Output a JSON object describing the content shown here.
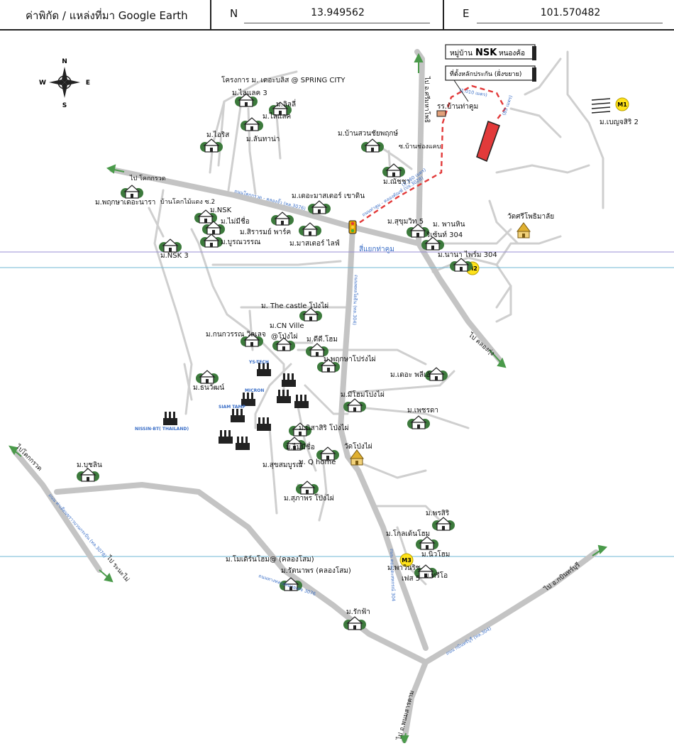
{
  "header": {
    "title": "ค่าพิกัด / แหล่งที่มา Google Earth",
    "n_label": "N",
    "n_value": "13.949562",
    "e_label": "E",
    "e_value": "101.570482"
  },
  "compass": {
    "n": "N",
    "s": "S",
    "e": "E",
    "w": "W"
  },
  "legend_box": {
    "title_prefix": "หมู่บ้าน",
    "title_main": "NSK",
    "title_suffix": "หนองค้อ",
    "subtitle": "ที่ตั้งหลักประกัน (ฝั่งขยาย)"
  },
  "markers": [
    "M1",
    "M2",
    "M3"
  ],
  "places": {
    "spring_city": "โครงการ ม. เดอะบลิส @ SPRING CITY",
    "lilac3": "ม.ไลแลค 3",
    "lily": "ม.ลิลลี่",
    "lilac": "ม.ไลแลค",
    "orchid": "ม.ไอริส",
    "lanthana": "ม.ลันทาน่า",
    "ban_suan": "ม.บ้านสวนชัยพฤกษ์",
    "chong_khaep": "ซ.บ้านช่องแคบ",
    "nitcha": "ม.ณัชชา",
    "rr_ban_tha_khum": "รร.บ้านท่าคูม",
    "benjasiri": "ม.เบญจสิริ 2",
    "pruksa_nara": "ม.พฤกษาเดอะนารา",
    "ban_khok_mai_daeng": "บ้านโคกไม้แดง ซ.2",
    "nsk": "ม.NSK",
    "mai_mee_chue1": "ม.ไม่มีชื่อ",
    "sirarom": "ม.สิรารมย์ พาร์ค",
    "master_khao_din": "ม.เดอะมาสเตอร์ เขาดิน",
    "master_life": "ม.มาสเตอร์ ไลฟ์",
    "bunwan": "ม.บูรณวรรณ",
    "nsk3": "ม.NSK 3",
    "sukhumvit5": "ม.สุขุมวิท 5",
    "panhin": "ม. พานหิน",
    "residence304": "ริเซ้นท์ 304",
    "wat_sri_pho": "วัดศรีโพธิมาลัย",
    "nana_prime": "ม.นานา ไพร์ม 304",
    "yaek_tha_khum": "สี่แยกท่าคูม",
    "castle": "ม. The castle โป่งไผ่",
    "cn_ville": "ม.CN Ville",
    "cn_ville2": "@โป่งไผ่",
    "kanok": "ม.กนกวรรณ วิลเลจ",
    "d_d_home": "ม.ดีดี.โฮม",
    "pruksa_pong_phai": "ม.พฤกษาโปร่งไผ่",
    "the_palace": "ม.เดอะ พลีเอ้",
    "thanawan": "ม.ธนวัฒน์",
    "mee_home": "ม.มีโฮมโปงไผ่",
    "phetsada": "ม.เพชรดา",
    "nisasiri": "ม.นิสาสิริ โป่งไผ่",
    "mai_mee_chue2": "ม.ไม่มีชื่อ",
    "wat_pong_phai": "วัดโป่งไผ่",
    "q_home": "ม. Q home",
    "suksombun": "ม.สุขสมบูรณ์",
    "suphaporn": "ม.สุภาพร โป่งไผ่",
    "bulin": "ม.บุชลิน",
    "phonsiri": "ม.พรสิริ",
    "kolden_home": "ม.โกลเด้นโฮม",
    "ni_home": "ม.นิวโฮม",
    "parin": "ม.พาวินริช",
    "phase5": "เฟส 5",
    "trio": "ม.ทรีโอ",
    "modern_home": "ม.โมเดิร์นโฮม@ (คลองโสม)",
    "rattanaporn": "ม.รัตนาพร (คลองโสม)",
    "rak_fa": "ม.รักฟ้า"
  },
  "factories": {
    "ys_tech": "YS-TECH",
    "micron": "MICRON",
    "siam_tamp": "SIAM TAMP",
    "nissin": "NISSIN-BT( THAILAND)"
  },
  "directions": {
    "to_khok_kruat": "ไป โคกกรวด",
    "to_si_khiu": "ไป อ.ศรีมหาโพธิ",
    "to_khlong_kung": "ไป คลองกุ่ง",
    "to_khok_kruat2": "ไปโคกกรวด",
    "to_ban_ko": "ไป ระนะไม่",
    "to_kabin": "ไป อ.กบินทร์บุรี",
    "to_phanom_sarakham": "ไป อ.พนมสารคาม"
  },
  "road_labels": {
    "route_304_west": "ถนนโคกกรวด - คลองจั๊ว (ทล.3076)",
    "route_tha_khum": "ถนนท่าคูม - คลองตัณฑ์ (ปจ.3028)",
    "route_north": "ถนนพหลโยธิน (ทล.304)",
    "dist_1": "(1.010 เมตร)",
    "dist_2": "(85 เมตร)",
    "dist_3": "(2.160 เมตร)",
    "route_sw": "ถนน ท่าเตียนขราวบวนกระบิน (ทล.3078)",
    "route_s": "ถนนทางหลวงหมายเลข 3076",
    "route_se": "ถนน กบินทร์บุรี (ทล.304)",
    "route_se2": "ถนน ตองแตะสหกรณ์ 304"
  },
  "colors": {
    "road": "#cfcfcf",
    "main_road": "#c4c4c4",
    "route_blue": "#3b6fc7",
    "marker": "#ffe21a",
    "collateral": "#e23a3a",
    "guide_blue": "#6fb7d4",
    "guide_purple": "#9a8fd4"
  }
}
